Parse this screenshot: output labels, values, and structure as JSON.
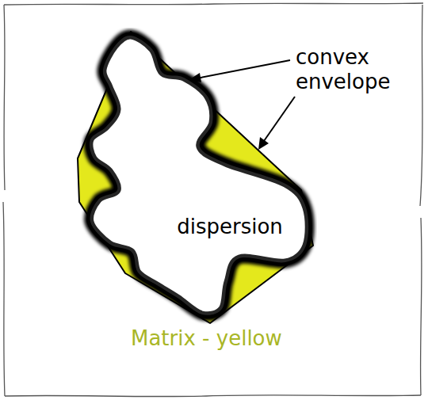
{
  "diagram": {
    "nodes": [
      {
        "text": [
          "dispersion"
        ]
      }
    ],
    "labels": [
      "convex envelope",
      "Matrix - yellow"
    ]
  }
}
